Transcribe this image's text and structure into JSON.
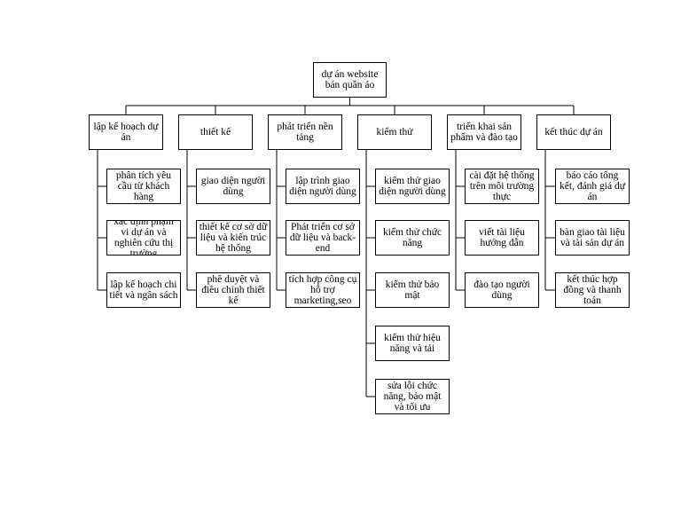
{
  "root": "dự án website bán quần áo",
  "branches": [
    {
      "label": "lập kế hoạch dự án",
      "children": [
        "phân tích yêu cầu từ khách hàng",
        "xác định phạm vi dự án và nghiên cứu thị trường",
        "lập kế hoạch chi tiết và ngân sách"
      ]
    },
    {
      "label": "thiết kế",
      "children": [
        "giao diện người dùng",
        "thiết kế cơ sở dữ liệu và kiến trúc hệ thống",
        "phê duyệt và điều chỉnh thiết kế"
      ]
    },
    {
      "label": "phát triển nền tảng",
      "children": [
        "lập trình giao diện người dùng",
        "Phát triển cơ sở dữ liệu và back-end",
        "tích hợp công cụ hỗ trợ marketing,seo"
      ]
    },
    {
      "label": "kiểm thử",
      "children": [
        "kiểm thử giao diện người dùng",
        "kiểm thử chức năng",
        "kiểm thử bảo mật",
        "kiểm thử hiệu năng và tải",
        "sửa lỗi chức năng, bảo mật và tối ưu"
      ]
    },
    {
      "label": "triển khai sản phẩm và đào tạo",
      "children": [
        "cài đặt hệ thống trên môi trường thực",
        "viết tài liệu hướng dẫn",
        "đào tạo người dùng"
      ]
    },
    {
      "label": "kết thúc dự án",
      "children": [
        "báo cáo tổng kết, đánh giá dự án",
        "bàn giao tài liệu và tài sản dự án",
        "kết thúc hợp đồng và thanh toán"
      ]
    }
  ]
}
